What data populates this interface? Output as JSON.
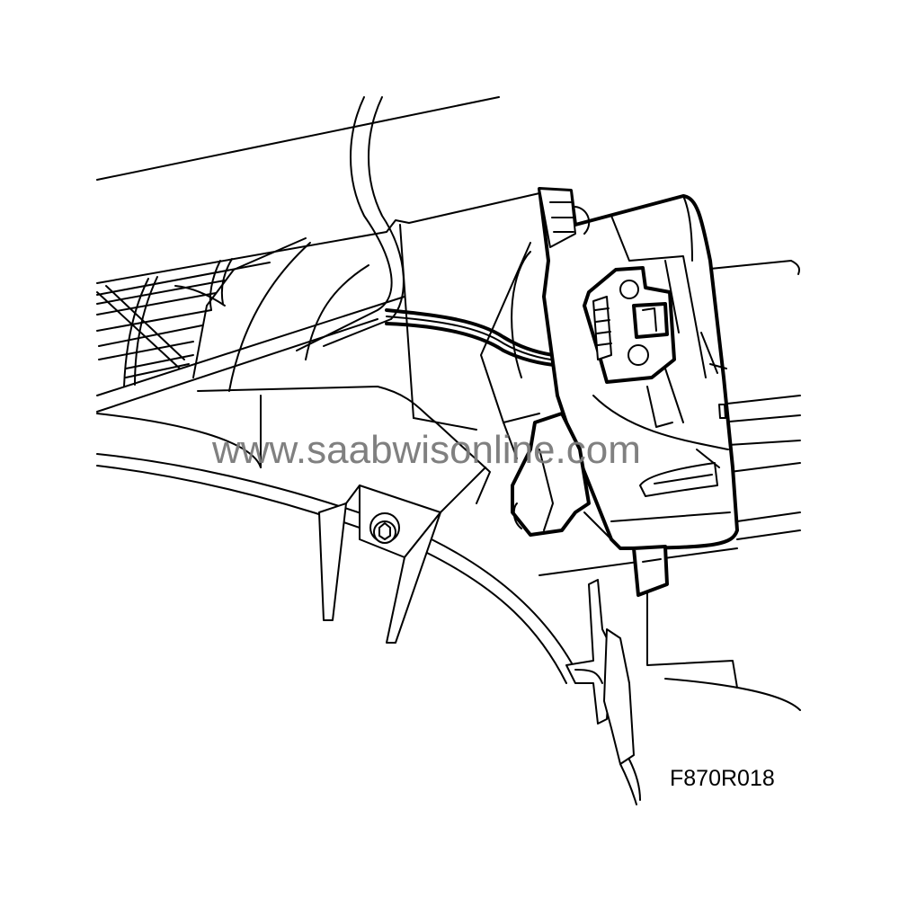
{
  "diagram": {
    "type": "technical line drawing",
    "subject": "HVAC actuator motor with connector and wiring mounted on heater housing",
    "figure_code": "F870R018",
    "watermark": "www.saabwisonline.com",
    "colors": {
      "background": "#ffffff",
      "lines": "#000000",
      "watermark": "#7a7a7a"
    },
    "components": [
      {
        "name": "actuator-motor",
        "label": ""
      },
      {
        "name": "electrical-connector",
        "label": ""
      },
      {
        "name": "wiring-harness",
        "label": ""
      },
      {
        "name": "mounting-screw-torx",
        "label": ""
      },
      {
        "name": "mounting-bracket",
        "label": ""
      },
      {
        "name": "heater-housing",
        "label": ""
      },
      {
        "name": "air-duct-grille",
        "label": ""
      }
    ]
  }
}
